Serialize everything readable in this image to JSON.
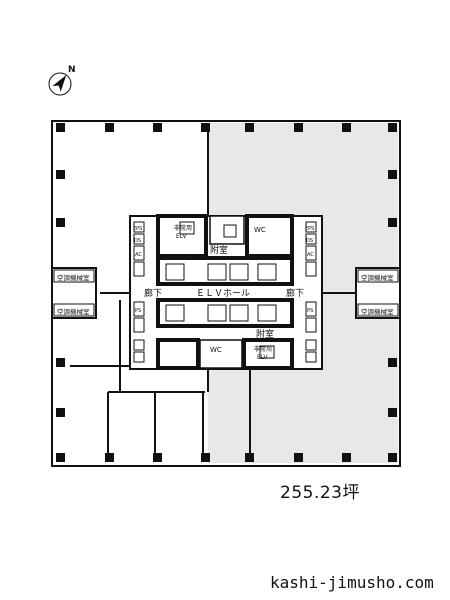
{
  "compass": {
    "north_label": "N"
  },
  "labels": {
    "elv_hall": "ＥＬＶホール",
    "corridor": "廊下",
    "annex": "附室",
    "emergency_elv": "非常用\nELV",
    "wc": "WC",
    "hvac_room": "空調機械室",
    "ps": "PS",
    "ds": "DS",
    "eps": "EPS",
    "ac": "AC"
  },
  "floor_area": "255.23坪",
  "website": "kashi-jimusho.com",
  "colors": {
    "shaded_area": "#e8e8e8",
    "walls": "#111111",
    "background": "#ffffff"
  }
}
